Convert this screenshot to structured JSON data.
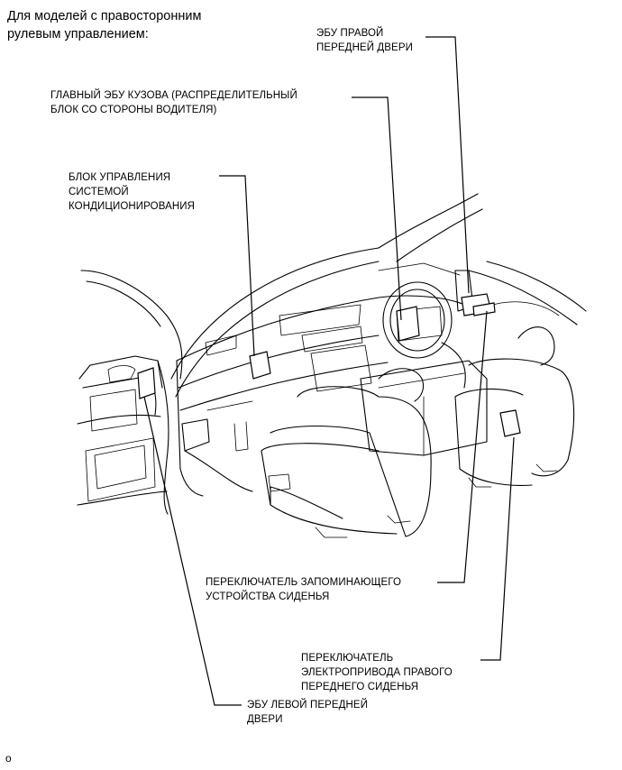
{
  "header": {
    "line1": "Для моделей с правосторонним",
    "line2": "рулевым управлением:"
  },
  "labels": {
    "right_door_ecu": [
      "ЭБУ ПРАВОЙ",
      "ПЕРЕДНЕЙ ДВЕРИ"
    ],
    "main_body_ecu": [
      "ГЛАВНЫЙ ЭБУ КУЗОВА (РАСПРЕДЕЛИТЕЛЬНЫЙ",
      "БЛОК СО СТОРОНЫ ВОДИТЕЛЯ)"
    ],
    "ac_control": [
      "БЛОК УПРАВЛЕНИЯ",
      "СИСТЕМОЙ",
      "КОНДИЦИОНИРОВАНИЯ"
    ],
    "memory_switch": [
      "ПЕРЕКЛЮЧАТЕЛЬ ЗАПОМИНАЮЩЕГО",
      "УСТРОЙСТВА СИДЕНЬЯ"
    ],
    "seat_switch": [
      "ПЕРЕКЛЮЧАТЕЛЬ",
      "ЭЛЕКТРОПРИВОДА ПРАВОГО",
      "ПЕРЕДНЕГО СИДЕНЬЯ"
    ],
    "left_door_ecu": [
      "ЭБУ ЛЕВОЙ ПЕРЕДНЕЙ",
      "ДВЕРИ"
    ]
  },
  "footer": "o"
}
